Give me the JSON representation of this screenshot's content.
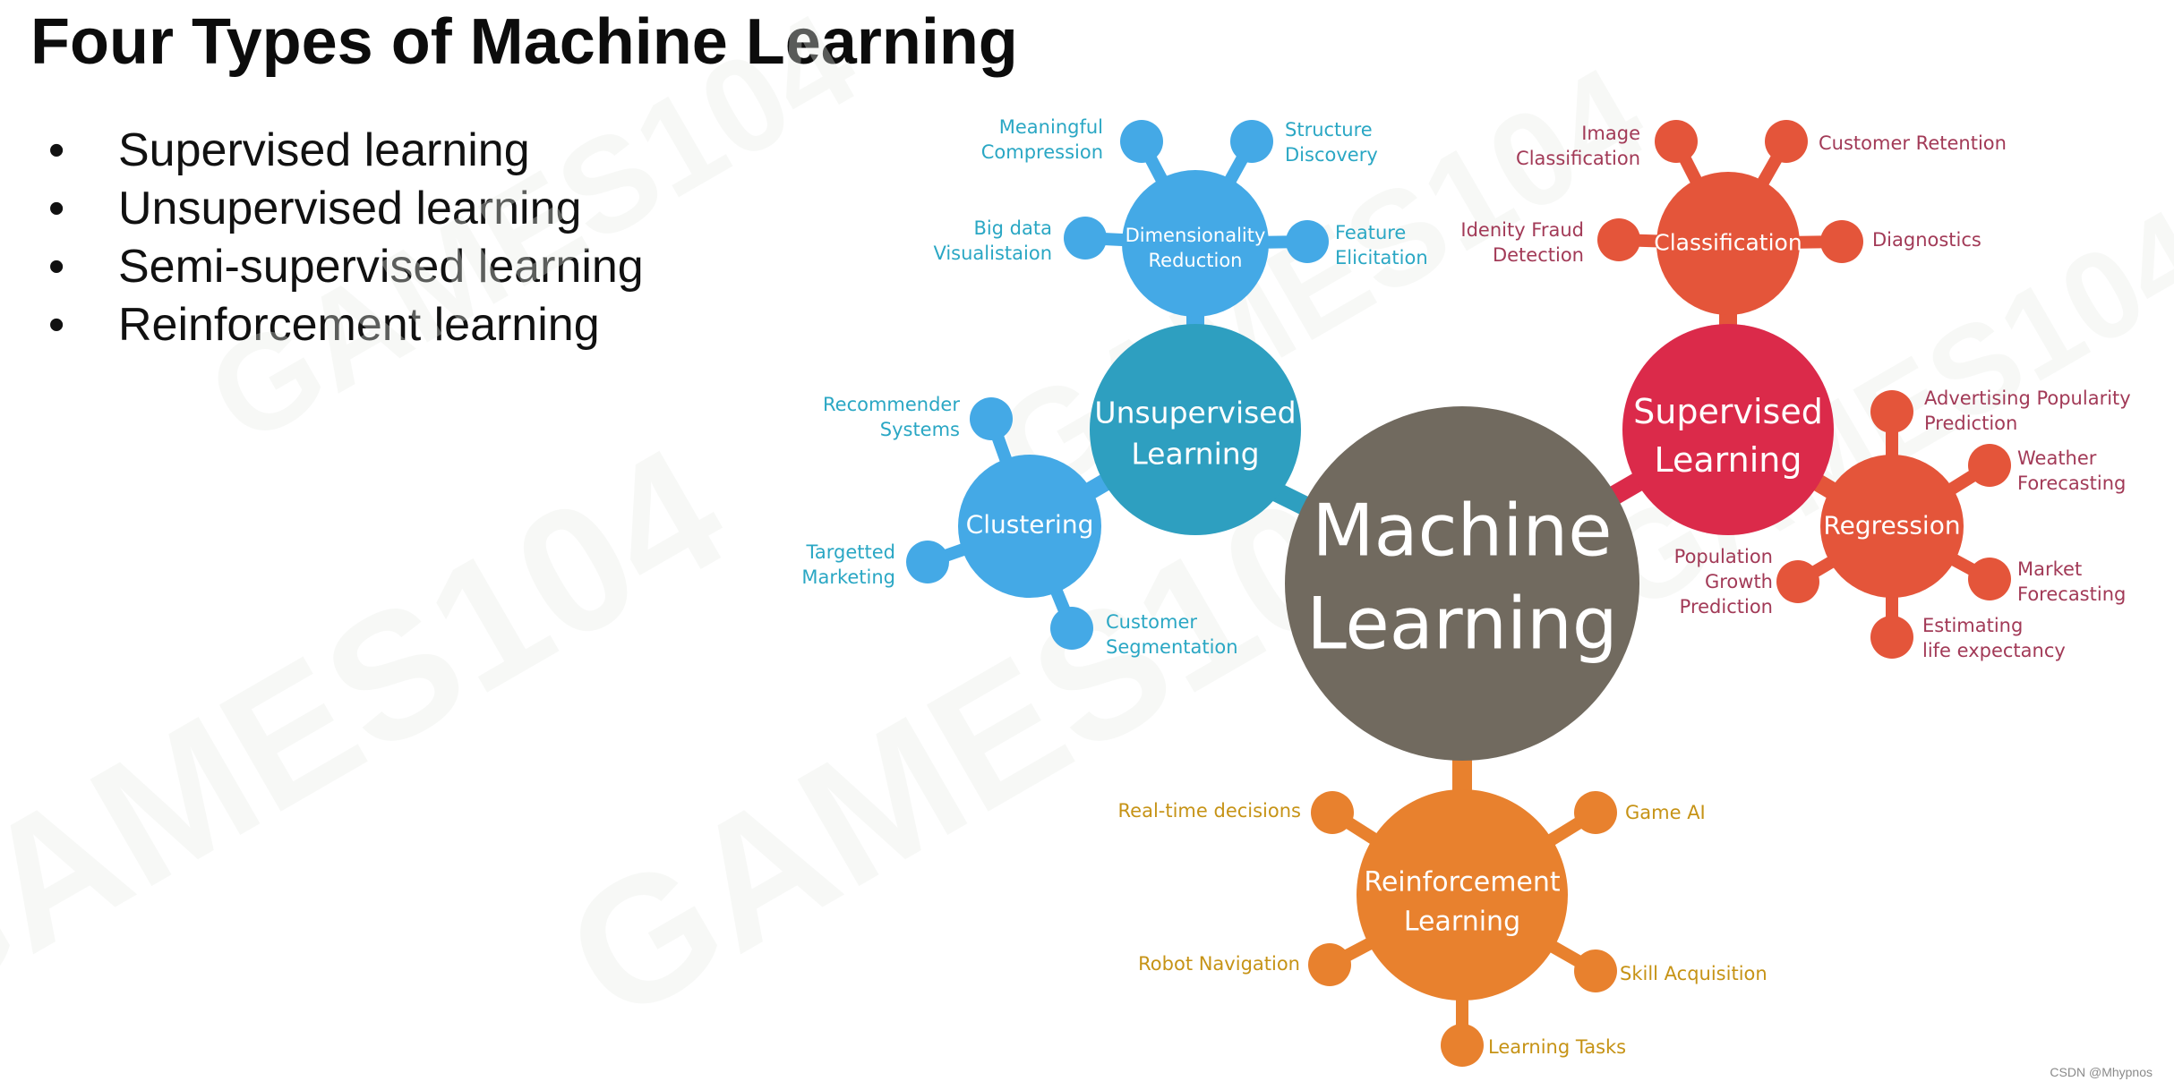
{
  "title": "Four Types of Machine Learning",
  "bullets": [
    "Supervised learning",
    "Unsupervised learning",
    "Semi-supervised learning",
    "Reinforcement learning"
  ],
  "bullet_symbol": "•",
  "credit": "CSDN @Mhypnos",
  "watermark": "GAMES104",
  "colors": {
    "center": "#716a5f",
    "unsupervised_hub": "#2e9fc0",
    "unsupervised_branch": "#44a9e6",
    "unsupervised_text": "#2aa7c4",
    "supervised_hub": "#db2a4a",
    "supervised_branch": "#e4553a",
    "supervised_text": "#a23a57",
    "reinforcement": "#e8812e",
    "reinforcement_text": "#c69316"
  },
  "diagram": {
    "center": {
      "lines": [
        "Machine",
        "Learning"
      ]
    },
    "unsupervised": {
      "lines": [
        "Unsupervised",
        "Learning"
      ],
      "dimensionality": {
        "lines": [
          "Dimensionality",
          "Reduction"
        ],
        "leaves": [
          {
            "lines": [
              "Meaningful",
              "Compression"
            ]
          },
          {
            "lines": [
              "Structure",
              "Discovery"
            ]
          },
          {
            "lines": [
              "Big data",
              "Visualistaion"
            ]
          },
          {
            "lines": [
              "Feature",
              "Elicitation"
            ]
          }
        ]
      },
      "clustering": {
        "lines": [
          "Clustering"
        ],
        "leaves": [
          {
            "lines": [
              "Recommender",
              "Systems"
            ]
          },
          {
            "lines": [
              "Targetted",
              "Marketing"
            ]
          },
          {
            "lines": [
              "Customer",
              "Segmentation"
            ]
          }
        ]
      }
    },
    "supervised": {
      "lines": [
        "Supervised",
        "Learning"
      ],
      "classification": {
        "lines": [
          "Classification"
        ],
        "leaves": [
          {
            "lines": [
              "Image",
              "Classification"
            ]
          },
          {
            "lines": [
              "Customer Retention"
            ]
          },
          {
            "lines": [
              "Idenity Fraud",
              "Detection"
            ]
          },
          {
            "lines": [
              "Diagnostics"
            ]
          }
        ]
      },
      "regression": {
        "lines": [
          "Regression"
        ],
        "leaves": [
          {
            "lines": [
              "Advertising Popularity",
              "Prediction"
            ]
          },
          {
            "lines": [
              "Weather",
              "Forecasting"
            ]
          },
          {
            "lines": [
              "Population",
              "Growth",
              "Prediction"
            ]
          },
          {
            "lines": [
              "Market",
              "Forecasting"
            ]
          },
          {
            "lines": [
              "Estimating",
              "life expectancy"
            ]
          }
        ]
      }
    },
    "reinforcement": {
      "lines": [
        "Reinforcement",
        "Learning"
      ],
      "leaves": [
        {
          "lines": [
            "Real-time decisions"
          ]
        },
        {
          "lines": [
            "Game AI"
          ]
        },
        {
          "lines": [
            "Robot Navigation"
          ]
        },
        {
          "lines": [
            "Skill Acquisition"
          ]
        },
        {
          "lines": [
            "Learning Tasks"
          ]
        }
      ]
    }
  }
}
